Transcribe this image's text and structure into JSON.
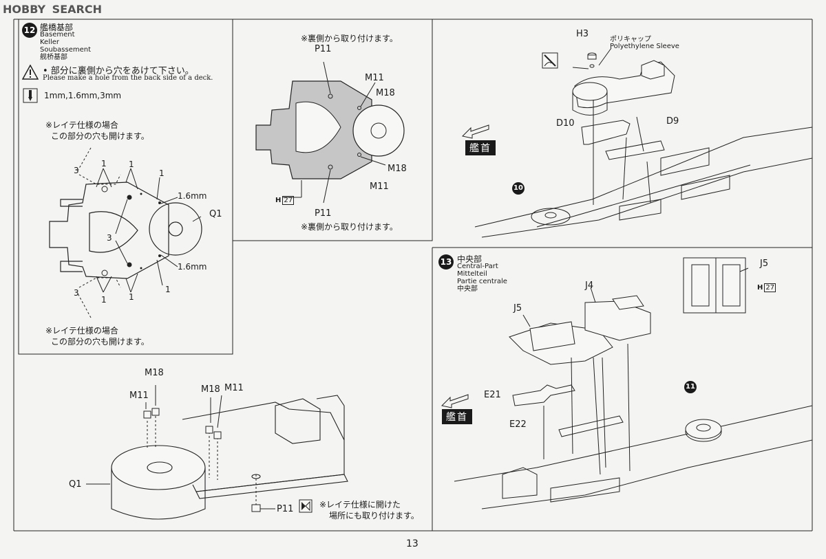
{
  "watermark": {
    "brand": "HOBBY",
    "search": "SEARCH"
  },
  "page_number": "13",
  "step12": {
    "number": "12",
    "title_jp": "艦橋基部",
    "title_en": "Basement",
    "title_de": "Keller",
    "title_fr": "Soubassement",
    "title_cn": "舰桥基部",
    "warning_jp": "• 部分に裏側から穴をあけて下さい。",
    "warning_en": "Please make a hole from the back side of a deck.",
    "drill_sizes": "1mm,1.6mm,3mm",
    "note_leyte_top_1": "※レイテ仕様の場合",
    "note_leyte_top_2": "この部分の穴も開けます。",
    "note_leyte_bottom_1": "※レイテ仕様の場合",
    "note_leyte_bottom_2": "この部分の穴も開けます。",
    "labels": {
      "n1a": "1",
      "n1b": "1",
      "n1c": "1",
      "n3a": "3",
      "n3b": "3",
      "n3c": "3",
      "n1d": "1",
      "n1e": "1",
      "n1f": "1",
      "mm16a": "1.6mm",
      "mm16b": "1.6mm",
      "q1": "Q1"
    },
    "inset": {
      "note_top": "※裏側から取り付けます。",
      "note_bottom": "※裏側から取り付けます。",
      "p11a": "P11",
      "p11b": "P11",
      "m11a": "M11",
      "m18a": "M18",
      "m18b": "M18",
      "m11b": "M11",
      "ref": "H",
      "ref_num": "27"
    },
    "lower": {
      "m18a": "M18",
      "m11a": "M11",
      "m18b": "M18",
      "m11b": "M11",
      "q1": "Q1",
      "p11": "P11",
      "note_1": "※レイテ仕様に開けた",
      "note_2": "場所にも取り付けます。"
    }
  },
  "step_top_right": {
    "h3": "H3",
    "poly_jp": "ポリキャップ",
    "poly_en": "Polyethylene Sleeve",
    "d10": "D10",
    "d9": "D9",
    "bow": "艦首",
    "ref_step": "10"
  },
  "step13": {
    "number": "13",
    "title_jp": "中央部",
    "title_en": "Central-Part",
    "title_de": "Mittelteil",
    "title_fr": "Partie centrale",
    "title_cn": "中央部",
    "j4": "J4",
    "j5a": "J5",
    "j5b": "J5",
    "e21": "E21",
    "e22": "E22",
    "bow": "艦首",
    "ref_step": "11",
    "ref": "H",
    "ref_num": "27"
  }
}
